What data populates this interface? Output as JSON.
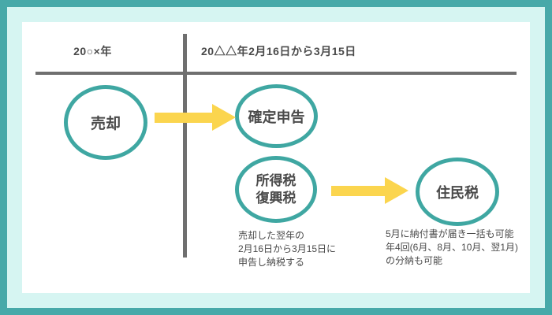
{
  "timeline": {
    "left_header": "20○×年",
    "right_header": "20△△年2月16日から3月15日"
  },
  "nodes": {
    "sale": {
      "label": "売却"
    },
    "final_return": {
      "label": "確定申告"
    },
    "income_tax": {
      "line1": "所得税",
      "line2": "復興税"
    },
    "resident_tax": {
      "label": "住民税"
    }
  },
  "notes": {
    "income_tax": {
      "line1": "売却した翌年の",
      "line2": "2月16日から3月15日に",
      "line3": "申告し納税する"
    },
    "resident_tax": {
      "line1": "5月に納付書が届き一括も可能",
      "line2": "年4回(6月、8月、10月、翌1月)",
      "line3": "の分納も可能"
    }
  },
  "icons": {
    "arrow1": "right-arrow-icon",
    "arrow2": "right-arrow-icon"
  },
  "colors": {
    "frame_outer": "#47A9A9",
    "frame_inner": "#D6F5F2",
    "circle_border": "#3FA7A2",
    "arrow": "#FBD54E",
    "line": "#6F6F6F",
    "text": "#4A4A4A"
  }
}
